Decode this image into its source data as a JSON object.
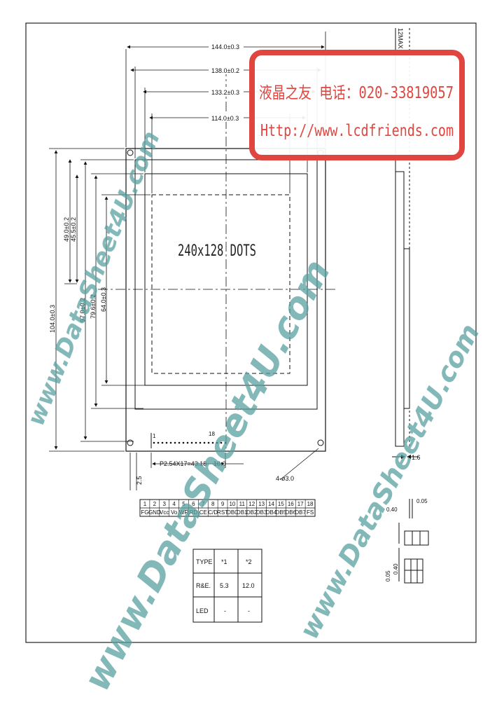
{
  "drawing": {
    "display_label": "240x128 DOTS",
    "dimensions": {
      "width_outer": "144.0±0.3",
      "width_bezel": "138.0±0.2",
      "width_viewing": "133.2±0.3",
      "width_active": "114.0±0.3",
      "height_outer": "104.0±0.3",
      "height_bezel": "97.0±0.2",
      "height_viewing": "79.6±0.2",
      "height_active": "64.0±0.3",
      "top_offset_1": "49.0±0.2",
      "top_offset_2": "45.5±0.2",
      "thickness_max": "12MAX",
      "pin_pitch": "P2.54X17=43.18",
      "pin_offset": "10.0",
      "bottom_margin": "2.5",
      "mount_holes": "4-ø3.0",
      "side_thickness": "1.6",
      "dot_pitch_w": "0.40",
      "dot_gap_w": "0.05",
      "dot_gap_h": "0.05",
      "dot_size_h": "0.40",
      "pin1_label": "1",
      "pin18_label": "18"
    },
    "pin_numbers": [
      "1",
      "2",
      "3",
      "4",
      "5",
      "6",
      "7",
      "8",
      "9",
      "10",
      "11",
      "12",
      "13",
      "14",
      "15",
      "16",
      "17",
      "18"
    ],
    "pin_names": [
      "FG",
      "GND",
      "Vcc",
      "Vo",
      "WR",
      "RD",
      "CE",
      "C/D",
      "RST",
      "DB0",
      "DB1",
      "DB2",
      "DB3",
      "DB4",
      "DB5",
      "DB6",
      "DB7",
      "FS"
    ],
    "type_table": {
      "headers": [
        "TYPE",
        "*1",
        "*2"
      ],
      "rows": [
        [
          "R&E.",
          "5.3",
          "12.0"
        ],
        [
          "LED",
          "-",
          "-"
        ]
      ]
    }
  },
  "stamp": {
    "line1": "液晶之友 电话：020-33819057",
    "line2": "Http://www.lcdfriends.com",
    "color": "#e0463f"
  },
  "watermark": {
    "text": "www.DataSheet4U.com",
    "color": "#5aa0a0"
  }
}
